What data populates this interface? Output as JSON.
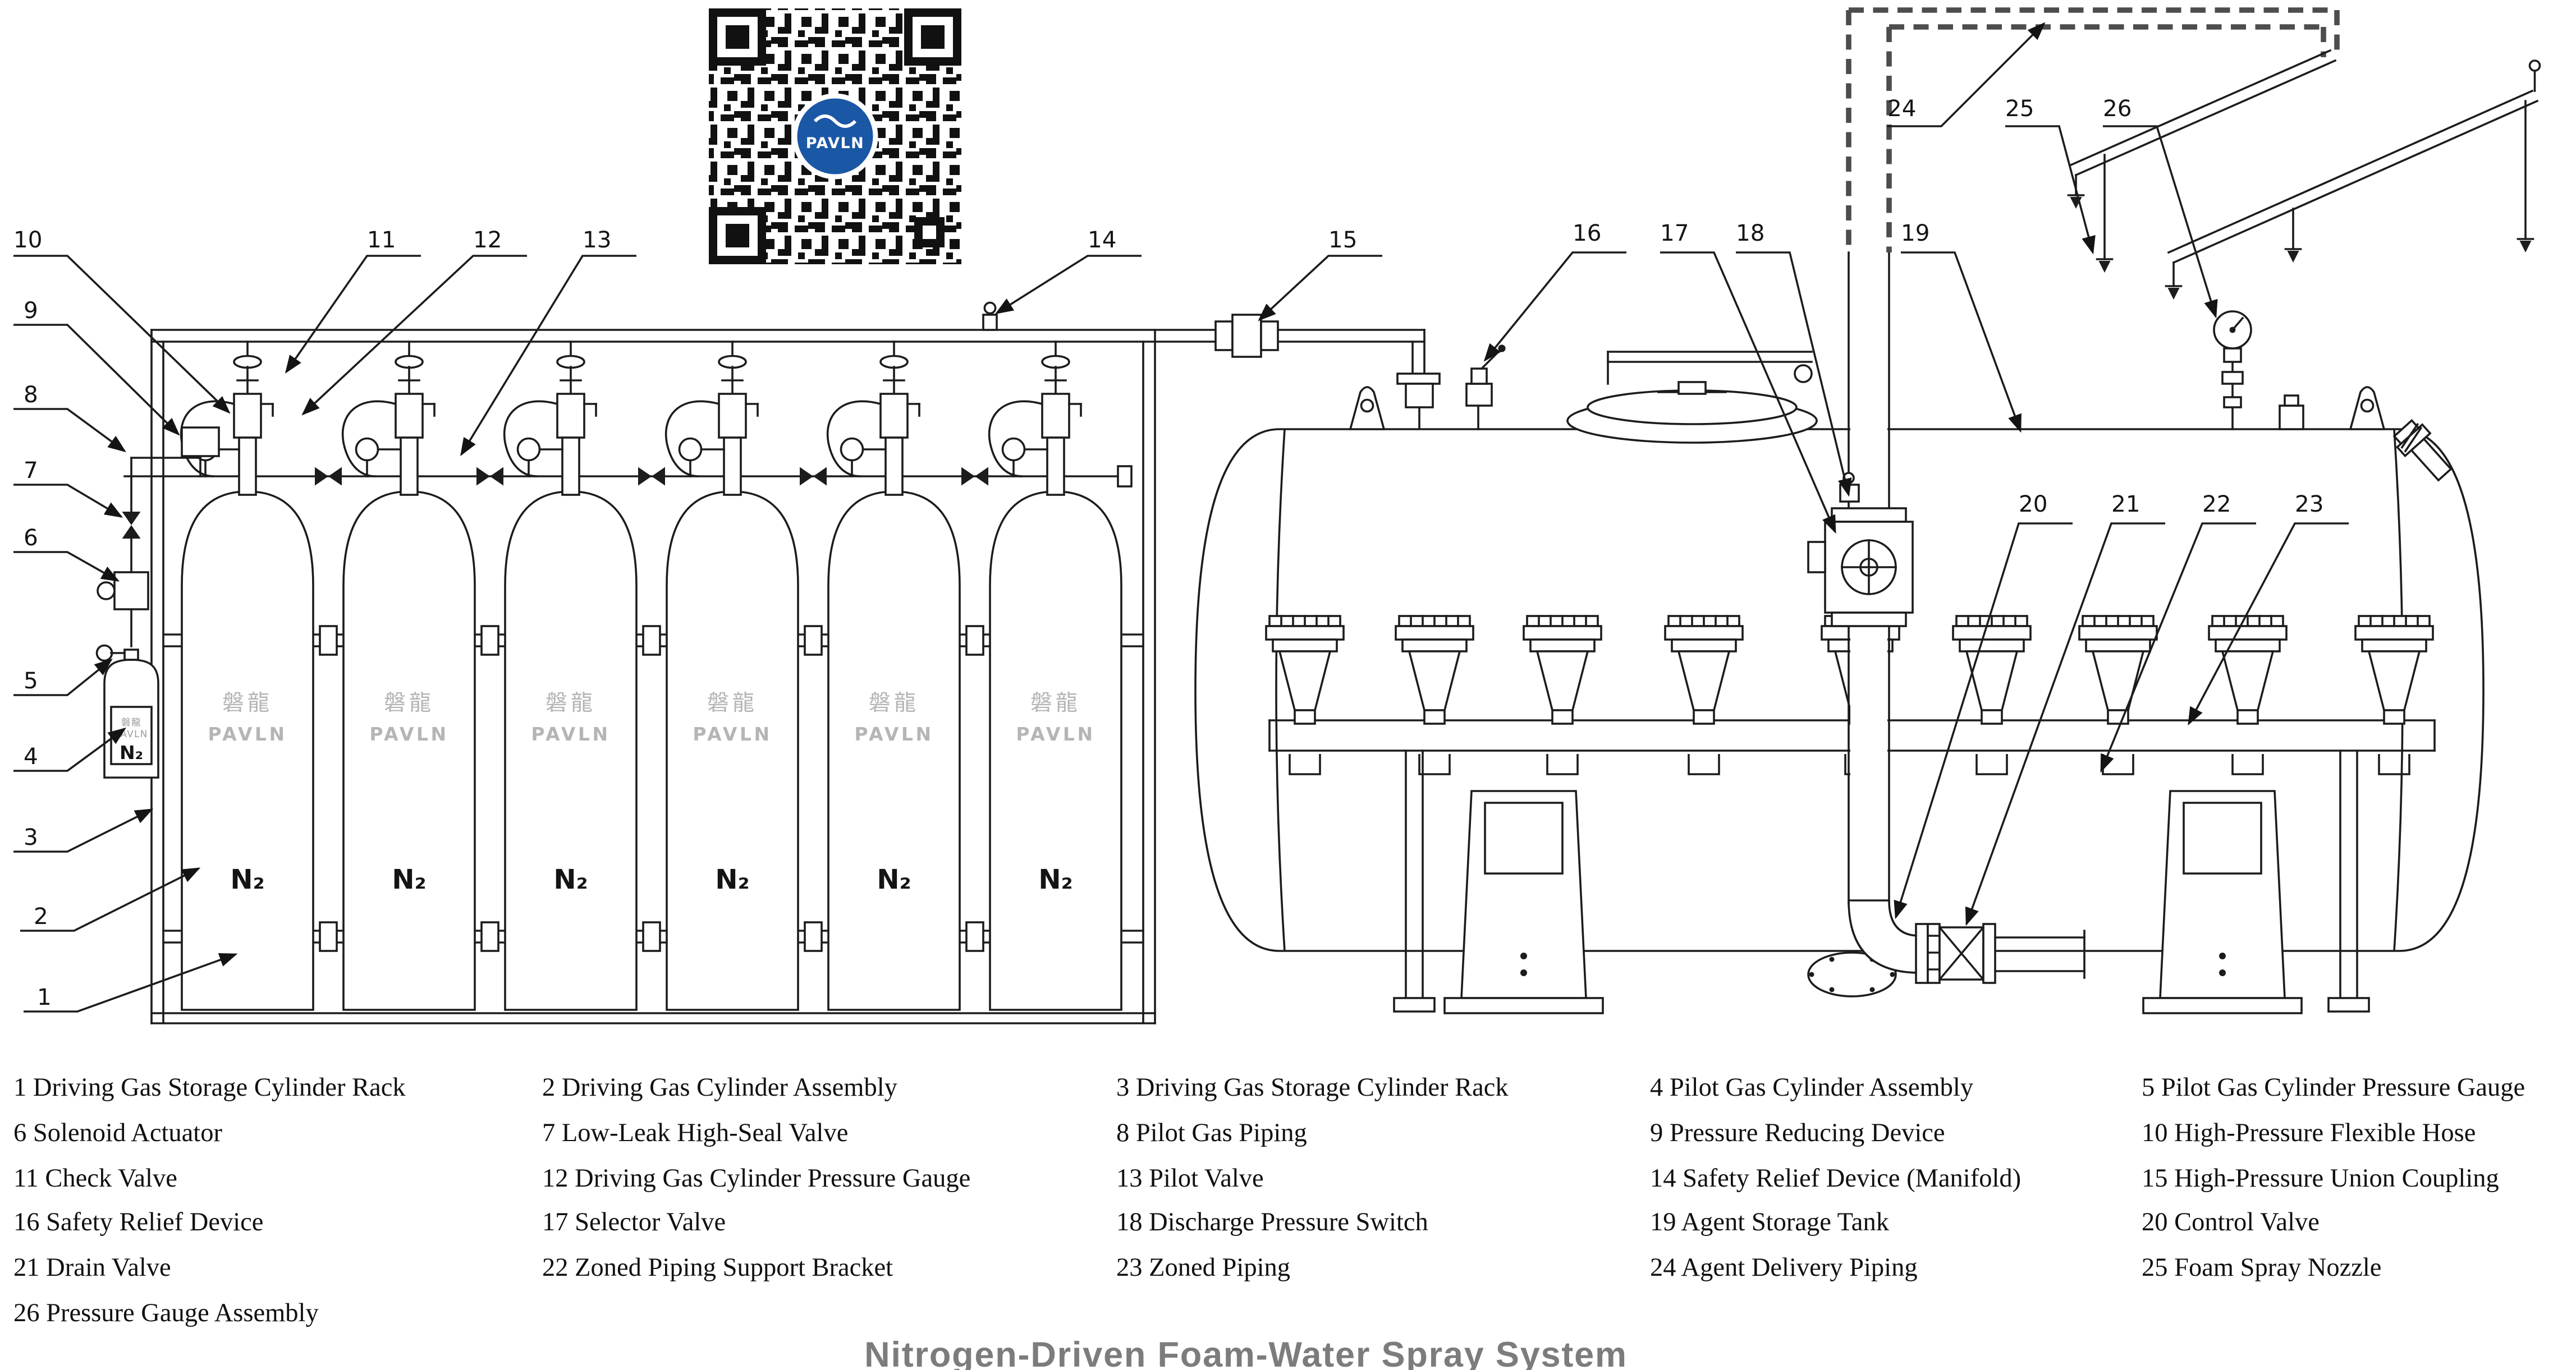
{
  "meta": {
    "line_color": "#1c1c1c",
    "title_color": "#7c7c7c",
    "brand_text_color": "#b5b5b5",
    "logo_blue": "#1a57a5",
    "dashed_pipe_color": "#4d4d4d"
  },
  "title": "Nitrogen-Driven Foam-Water Spray System",
  "qr": {
    "logo_text": "PAVLN"
  },
  "cylinder": {
    "brand_cjk": "磐龍",
    "brand_latin": "PAVLN",
    "gas_label": "N₂"
  },
  "callouts": [
    "1",
    "2",
    "3",
    "4",
    "5",
    "6",
    "7",
    "8",
    "9",
    "10",
    "11",
    "12",
    "13",
    "14",
    "15",
    "16",
    "17",
    "18",
    "19",
    "20",
    "21",
    "22",
    "23",
    "24",
    "25",
    "26"
  ],
  "legend": [
    "1 Driving Gas Storage Cylinder Rack",
    "2 Driving Gas Cylinder Assembly",
    "3 Driving Gas Storage Cylinder Rack",
    "4 Pilot Gas Cylinder Assembly",
    "5 Pilot Gas Cylinder Pressure Gauge",
    "6 Solenoid Actuator",
    "7 Low-Leak High-Seal Valve",
    "8 Pilot Gas Piping",
    "9 Pressure Reducing Device",
    "10 High-Pressure Flexible Hose",
    "11 Check Valve",
    "12 Driving Gas Cylinder Pressure Gauge",
    "13 Pilot Valve",
    "14 Safety Relief Device (Manifold)",
    "15 High-Pressure Union Coupling",
    "16 Safety Relief Device",
    "17 Selector Valve",
    "18 Discharge Pressure Switch",
    "19 Agent Storage Tank",
    "20 Control Valve",
    "21 Drain Valve",
    "22 Zoned Piping Support Bracket",
    "23 Zoned Piping",
    "24 Agent Delivery Piping",
    "25 Foam Spray Nozzle",
    "26 Pressure Gauge Assembly"
  ]
}
